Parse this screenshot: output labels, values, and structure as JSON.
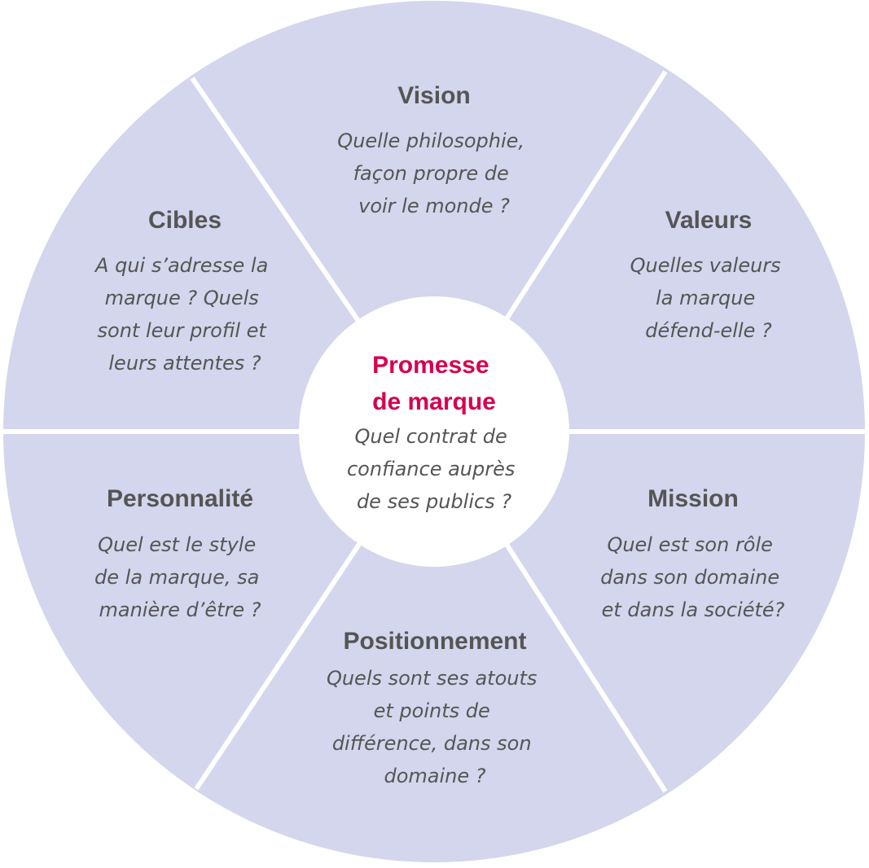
{
  "colors": {
    "segment_fill": "#d3d6ec",
    "divider": "#ffffff",
    "center_fill": "#ffffff",
    "title": "#555555",
    "text": "#555555",
    "accent": "#d6004f"
  },
  "center": {
    "title_lines": [
      "Promesse",
      "de marque"
    ],
    "text_lines": [
      "Quel contrat de",
      "confiance auprès",
      "de ses publics ?"
    ]
  },
  "segments": [
    {
      "id": "vision",
      "title": "Vision",
      "text_lines": [
        "Quelle philosophie,",
        "façon propre de",
        "voir le monde ?"
      ]
    },
    {
      "id": "valeurs",
      "title": "Valeurs",
      "text_lines": [
        "Quelles valeurs",
        "la marque",
        "défend-elle ?"
      ]
    },
    {
      "id": "mission",
      "title": "Mission",
      "text_lines": [
        "Quel est son rôle",
        "dans son domaine",
        "et dans la société?"
      ]
    },
    {
      "id": "positionnement",
      "title": "Positionnement",
      "text_lines": [
        "Quels sont ses atouts",
        "et points de",
        "différence, dans son",
        "domaine ?"
      ]
    },
    {
      "id": "personnalite",
      "title": "Personnalité",
      "text_lines": [
        "Quel est le style",
        "de la marque, sa",
        "manière d’être ?"
      ]
    },
    {
      "id": "cibles",
      "title": "Cibles",
      "text_lines": [
        "A qui s’adresse la",
        "marque ? Quels",
        "sont leur profil et",
        "leurs attentes ?"
      ]
    }
  ]
}
